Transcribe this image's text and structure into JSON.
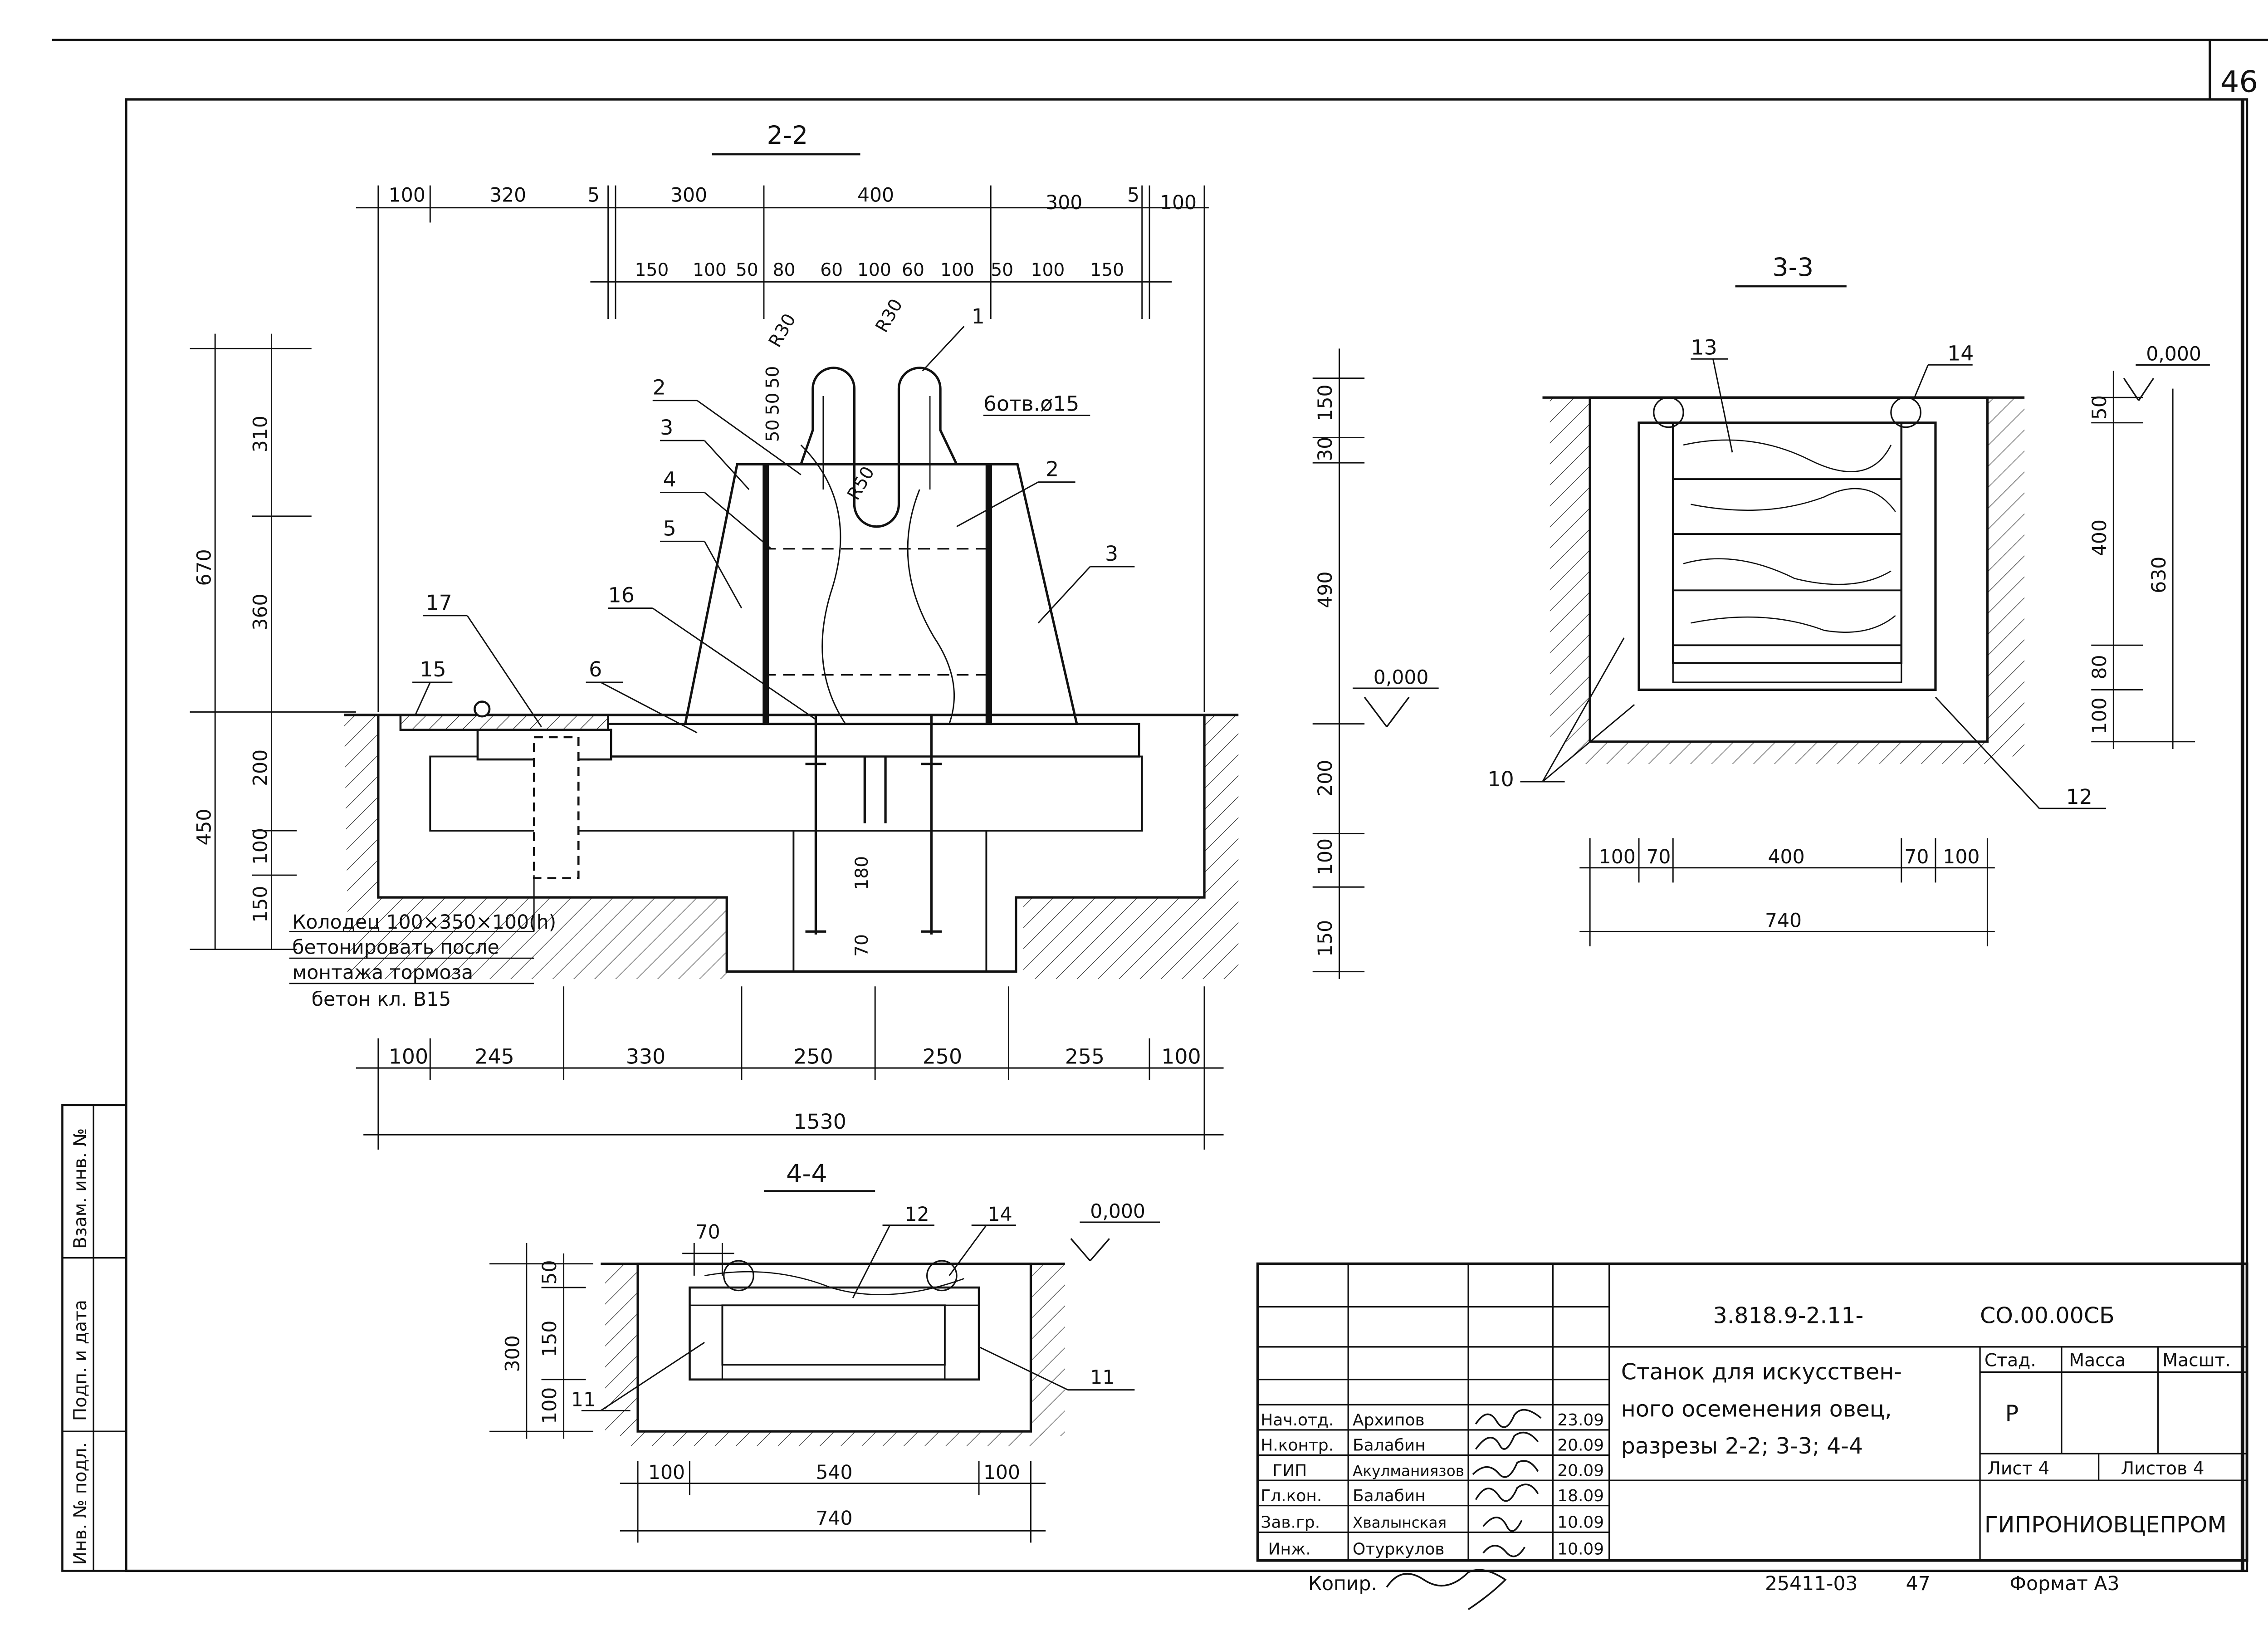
{
  "page_number": "46",
  "sections": {
    "s22": {
      "title": "2-2",
      "dims_top_row1": [
        "100",
        "320",
        "5",
        "300",
        "400",
        "300",
        "5",
        "100"
      ],
      "dims_top_row2": [
        "150",
        "100",
        "50",
        "80",
        "60",
        "100",
        "60",
        "100",
        "50",
        "100",
        "150"
      ],
      "dims_left": [
        "670",
        "310",
        "360",
        "200",
        "450",
        "100",
        "150"
      ],
      "dims_mid_vertical": [
        "150",
        "30",
        "490",
        "200",
        "100",
        "150"
      ],
      "dims_bottom_row1": [
        "100",
        "245",
        "330",
        "250",
        "250",
        "255",
        "100"
      ],
      "dims_bottom_total": "1530",
      "radius_labels": [
        "R30",
        "R30",
        "R50"
      ],
      "misc_dims": [
        "50",
        "50",
        "50",
        "70",
        "180"
      ],
      "level": "0,000",
      "holes": "6отв.ø15",
      "callouts": [
        "1",
        "2",
        "3",
        "4",
        "5",
        "16",
        "17",
        "15",
        "6",
        "2",
        "3"
      ],
      "note": [
        "Колодец 100×350×100(h)",
        "бетонировать после",
        "монтажа тормоза",
        "бетон кл. В15"
      ]
    },
    "s33": {
      "title": "3-3",
      "level": "0,000",
      "callouts": [
        "13",
        "14",
        "10",
        "12"
      ],
      "dims_right": [
        "50",
        "400",
        "80",
        "100",
        "630"
      ],
      "dims_bottom_row1": [
        "100",
        "70",
        "400",
        "70",
        "100"
      ],
      "dims_bottom_total": "740"
    },
    "s44": {
      "title": "4-4",
      "level": "0,000",
      "callouts": [
        "70",
        "12",
        "14",
        "11",
        "11"
      ],
      "dims_left": [
        "50",
        "150",
        "100",
        "300"
      ],
      "dims_bottom_row1": [
        "100",
        "540",
        "100"
      ],
      "dims_bottom_total": "740"
    }
  },
  "side_stamp": [
    "Инв. № подл.",
    "Подп. и дата",
    "Взам. инв. №"
  ],
  "title_block": {
    "doc_code": "3.818.9-2.11-",
    "doc_suffix": "СО.00.00СБ",
    "title_lines": [
      "Станок для искусствен-",
      "ного осеменения овец,",
      "разрезы 2-2; 3-3; 4-4"
    ],
    "roles": [
      "Нач.отд.",
      "Н.контр.",
      "ГИП",
      "Гл.кон.",
      "Зав.гр.",
      "Инж."
    ],
    "names": [
      "Архипов",
      "Балабин",
      "Акулманиязов",
      "Балабин",
      "Хвалынская",
      "Отуркулов"
    ],
    "dates": [
      "23.09",
      "20.09",
      "20.09",
      "18.09",
      "10.09",
      "10.09"
    ],
    "stage_header": "Стад.",
    "mass_header": "Масса",
    "scale_header": "Масшт.",
    "stage_value": "Р",
    "sheet_label": "Лист 4",
    "sheets_label": "Листов 4",
    "organization": "ГИПРОНИОВЦЕПРОМ",
    "copied_label": "Копир.",
    "inventory": "25411-03",
    "inventory_page": "47",
    "format": "Формат А3"
  }
}
